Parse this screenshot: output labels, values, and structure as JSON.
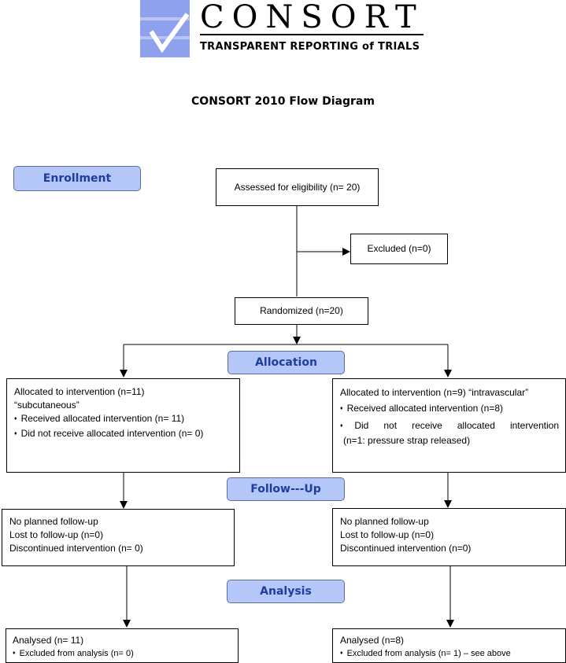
{
  "logo": {
    "wordmark": "CONSORT",
    "tagline": "TRANSPARENT REPORTING of TRIALS",
    "colors": {
      "block": "#8da1ec",
      "block_light": "#b7c4f3",
      "check": "#ffffff"
    }
  },
  "title": "CONSORT 2010 Flow Diagram",
  "stages": {
    "enrollment": "Enrollment",
    "allocation": "Allocation",
    "followup": "Follow---Up",
    "analysis": "Analysis"
  },
  "enrollment": {
    "assessed": "Assessed for eligibility (n= 20)",
    "excluded": "Excluded  (n=0)",
    "randomized": "Randomized (n=20)"
  },
  "left": {
    "allocation": {
      "line1": "Allocated to intervention (n=11)",
      "line2": "“subcutaneous”",
      "received": "Received allocated intervention (n= 11)",
      "not_received": "Did not receive allocated intervention (n= 0)"
    },
    "followup": {
      "line1": "No planned follow-up",
      "line2": "Lost to follow-up (n=0)",
      "line3": "Discontinued intervention (n= 0)"
    },
    "analysis": {
      "line1": "Analysed  (n= 11)",
      "excluded": "Excluded from analysis (n= 0)"
    }
  },
  "right": {
    "allocation": {
      "line1": "Allocated to intervention (n=9) “intravascular”",
      "received": "Received allocated intervention (n=8)",
      "not_received": "Did not receive allocated intervention",
      "not_received_detail": "(n=1: pressure strap released)"
    },
    "followup": {
      "line1": "No planned follow-up",
      "line2": "Lost to follow-up (n=0)",
      "line3": "Discontinued intervention (n=0)"
    },
    "analysis": {
      "line1": "Analysed  (n=8)",
      "excluded": "Excluded from analysis (n= 1) – see above"
    }
  },
  "colors": {
    "stage_fill": "#b4c7f8",
    "stage_text": "#1f3d9a",
    "stage_border": "#5b6f9e"
  }
}
